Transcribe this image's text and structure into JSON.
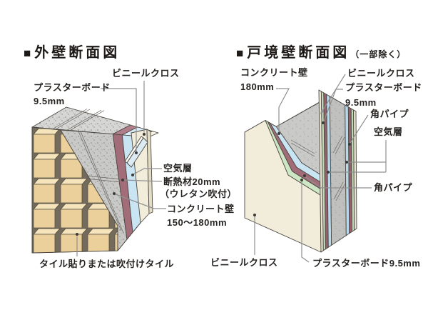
{
  "left_diagram": {
    "title_marker": "■",
    "title": "外壁断面図",
    "labels": {
      "vinyl": "ビニールクロス",
      "plasterboard_l1": "プラスターボード",
      "plasterboard_l2": "9.5mm",
      "air": "空気層",
      "insulation_l1": "断熱材20mm",
      "insulation_l2": "（ウレタン吹付）",
      "concrete_l1": "コンクリート壁",
      "concrete_l2": "150～180mm",
      "tile": "タイル貼りまたは吹付けタイル"
    }
  },
  "right_diagram": {
    "title_marker": "■",
    "title": "戸境壁断面図",
    "title_note": "（一部除く）",
    "labels": {
      "concrete_l1": "コンクリート壁",
      "concrete_l2": "180mm",
      "vinyl_top": "ビニールクロス",
      "plasterboard_top_l1": "プラスターボード",
      "plasterboard_top_l2": "9.5mm",
      "pipe_upper": "角パイプ",
      "air": "空気層",
      "pipe_lower": "角パイプ",
      "vinyl_bottom": "ビニールクロス",
      "plasterboard_bottom": "プラスターボード9.5mm"
    }
  },
  "colors": {
    "background": "#ffffff",
    "outline": "#4c4842",
    "leader": "#909090",
    "dot": "#3b3a37",
    "text": "#262321",
    "title_text": "#1d1a18",
    "tile": "#ecd09c",
    "tile_bevel": "#f6e4bd",
    "mortar": "#756b5c",
    "concrete": "#c9c9c7",
    "concrete_top": "#d6d6d4",
    "gray_side": "#c0c0be",
    "insulation_maroon": "#a26d79",
    "maroon_top": "#b07e8b",
    "maroon_side": "#96616d",
    "air_blue": "#c9e5f4",
    "blue_top": "#daeefa",
    "blue_side": "#b8d9ec",
    "plasterboard_green": "#cde6c4",
    "green_top": "#d9eed2",
    "green_side": "#c0dab7",
    "surface_cream": "#f1edda",
    "cream_top": "#f7f4e6",
    "cream_side": "#e9e4cf",
    "cream_edge": "#e3ddc6",
    "white_layer": "#fafaf2",
    "sheet_face": "#dceaf4",
    "pipe_square": "#cfe4f2"
  }
}
